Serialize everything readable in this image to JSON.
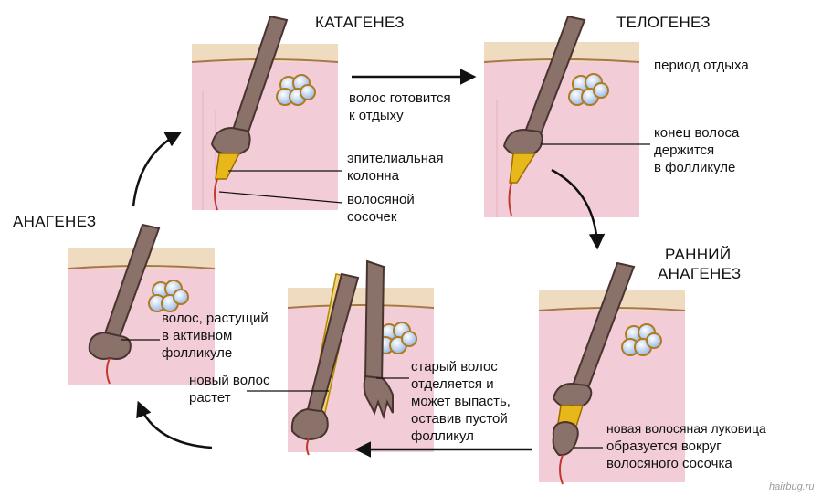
{
  "stages": {
    "catagen": {
      "title": "КАТАГЕНЕЗ"
    },
    "telogen": {
      "title": "ТЕЛОГЕНЕЗ"
    },
    "anagen": {
      "title": "АНАГЕНЕЗ"
    },
    "early_anagen": {
      "title_line1": "РАННИЙ",
      "title_line2": "АНАГЕНЕЗ"
    }
  },
  "labels": {
    "rest_line1": "волос готовится",
    "rest_line2": "к отдыху",
    "epithelial_line1": "эпителиальная",
    "epithelial_line2": "колонна",
    "papilla_line1": "волосяной",
    "papilla_line2": "сосочек",
    "rest_period": "период отдыха",
    "end_line1": "конец волоса",
    "end_line2": "держится",
    "end_line3": "в фолликуле",
    "growing_line1": "волос, растущий",
    "growing_line2": "в активном",
    "growing_line3": "фолликуле",
    "new_hair_line1": "новый волос",
    "new_hair_line2": "растет",
    "old_line1": "старый волос",
    "old_line2": "отделяется и",
    "old_line3": "может выпасть,",
    "old_line4": "оставив пустой",
    "old_line5": "фолликул",
    "bulb_line1": "новая волосяная луковица",
    "bulb_line2": "образуется вокруг",
    "bulb_line3": "волосяного сосочка"
  },
  "watermark": "hairbug.ru",
  "colors": {
    "skin": "#f2cdd7",
    "epidermis": "#efdcc0",
    "hair": "#8a716a",
    "hair_outline": "#4a3430",
    "column": "#e8b81a",
    "papilla": "#c0392b",
    "gland": "#bcd4f2",
    "gland_outline": "#b07a20",
    "arrow": "#111111"
  }
}
